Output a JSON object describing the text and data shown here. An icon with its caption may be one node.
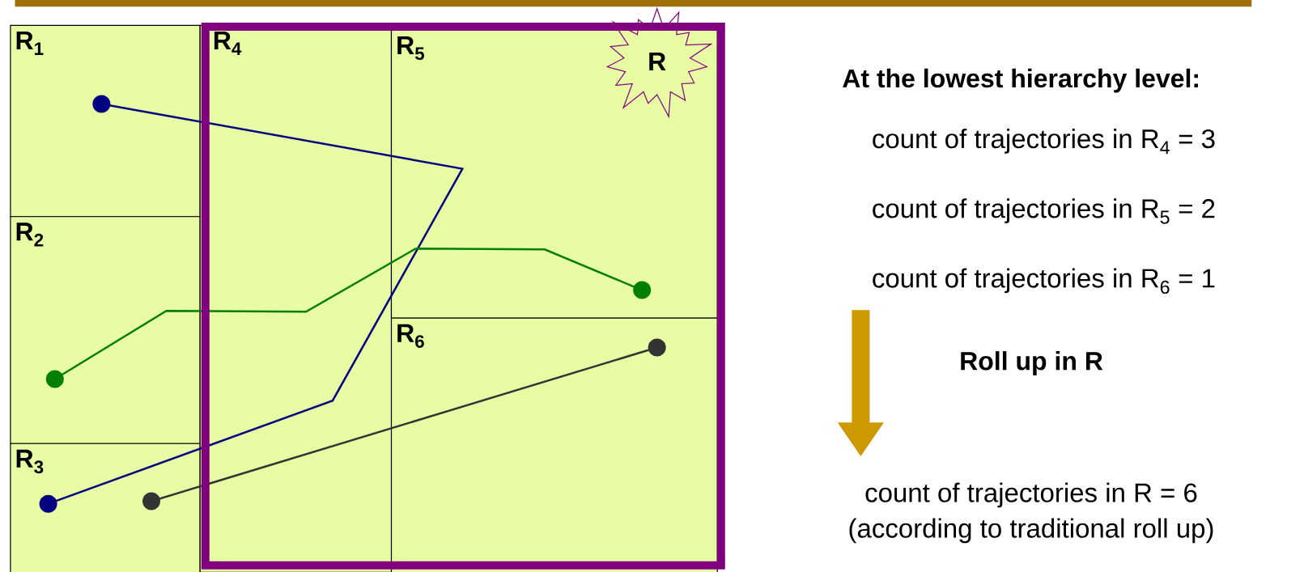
{
  "diagram": {
    "nodes": [
      {
        "text": [
          "R$_{1}$"
        ]
      },
      {
        "text": [
          "R$_{2}$"
        ]
      },
      {
        "text": [
          "R$_{3}$"
        ]
      },
      {
        "text": [],
        "shape": "box"
      },
      {
        "text": [
          "R$_{4}$"
        ],
        "in": 3
      },
      {
        "text": [
          "R$_{5}$"
        ],
        "in": 3
      },
      {
        "text": [
          "R$_{6}$"
        ],
        "in": 3
      },
      {
        "text": [
          "R"
        ]
      },
      {
        "text": [
          "count of trajectories in R$_{6}$ = 1"
        ]
      },
      {
        "text": [
          "count of trajectories in R = 6",
          "(according to traditional roll up)"
        ]
      }
    ],
    "edges": [
      {
        "from": 8,
        "to": 9,
        "arrow": "to",
        "label": "Roll up in R"
      }
    ],
    "labels": [
      "At the lowest hierarchy level:",
      "count of trajectories in R$_{4}$ = 3",
      "count of trajectories in R$_{5}$ = 2"
    ]
  }
}
